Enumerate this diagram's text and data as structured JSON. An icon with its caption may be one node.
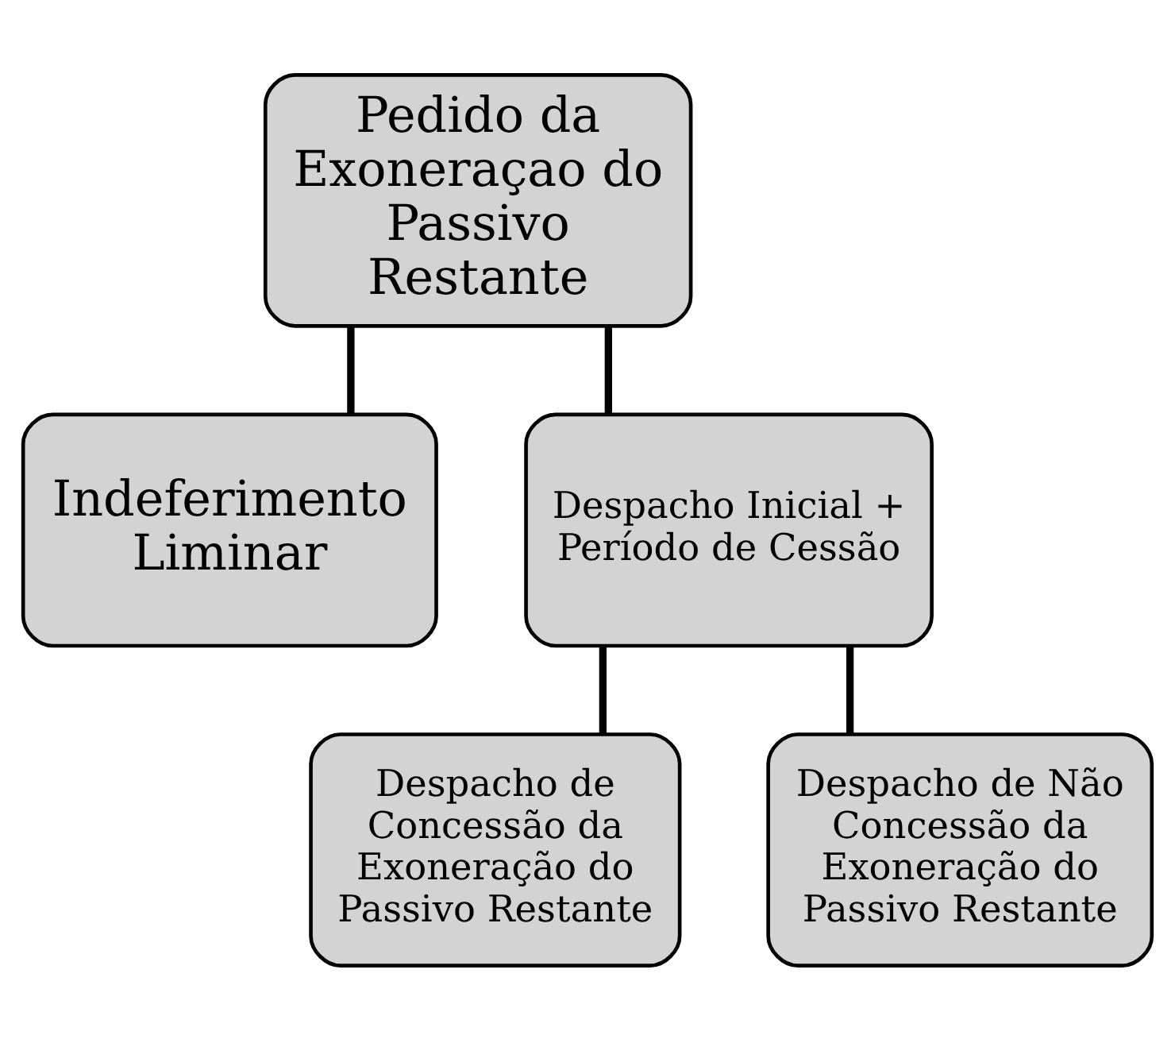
{
  "diagram": {
    "nodes": [
      {
        "text": [
          "Pedido da Exoneraçao do Passivo Restante"
        ]
      },
      {
        "text": [
          "Indeferimento Liminar"
        ]
      },
      {
        "text": [
          "Despacho Inicial + Período de Cessão"
        ]
      },
      {
        "text": [
          "Despacho de Concessão da Exoneração do Passivo Restante"
        ]
      },
      {
        "text": [
          "Despacho de Não Concessão da Exoneração do Passivo Restante"
        ]
      }
    ],
    "edges": [
      {
        "from": 0,
        "to": 1,
        "arrow": "none"
      },
      {
        "from": 0,
        "to": 2,
        "arrow": "none"
      },
      {
        "from": 2,
        "to": 3,
        "arrow": "none"
      },
      {
        "from": 2,
        "to": 4,
        "arrow": "none"
      }
    ]
  }
}
